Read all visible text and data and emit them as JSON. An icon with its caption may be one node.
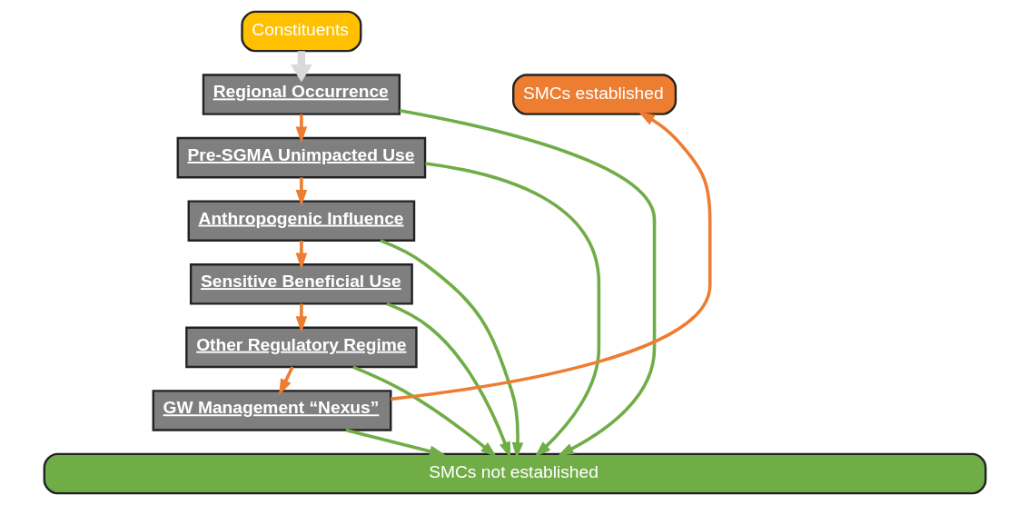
{
  "diagram": {
    "nodes": [
      {
        "text": [
          "Constituents"
        ]
      },
      {
        "text": [
          "Regional Occurrence"
        ]
      },
      {
        "text": [
          "Pre-SGMA Unimpacted Use"
        ]
      },
      {
        "text": [
          "Anthropogenic Influence"
        ]
      },
      {
        "text": [
          "Sensitive Beneficial Use"
        ]
      },
      {
        "text": [
          "Other Regulatory Regime"
        ]
      },
      {
        "text": [
          "GW Management “Nexus”"
        ]
      },
      {
        "text": [
          "SMCs established"
        ]
      },
      {
        "text": [
          "SMCs not established"
        ]
      }
    ],
    "edges": [
      {
        "from": 0,
        "to": 1,
        "arrow": "to",
        "style": "thick",
        "color": "#d9d9d9"
      },
      {
        "from": 1,
        "to": 2,
        "arrow": "to",
        "color": "#ed7d31"
      },
      {
        "from": 2,
        "to": 3,
        "arrow": "to",
        "color": "#ed7d31"
      },
      {
        "from": 3,
        "to": 4,
        "arrow": "to",
        "color": "#ed7d31"
      },
      {
        "from": 4,
        "to": 5,
        "arrow": "to",
        "color": "#ed7d31"
      },
      {
        "from": 5,
        "to": 6,
        "arrow": "to",
        "color": "#ed7d31"
      },
      {
        "from": 6,
        "to": 7,
        "arrow": "to",
        "color": "#ed7d31"
      },
      {
        "from": 1,
        "to": 8,
        "arrow": "to",
        "color": "#70ad47"
      },
      {
        "from": 2,
        "to": 8,
        "arrow": "to",
        "color": "#70ad47"
      },
      {
        "from": 3,
        "to": 8,
        "arrow": "to",
        "color": "#70ad47"
      },
      {
        "from": 4,
        "to": 8,
        "arrow": "to",
        "color": "#70ad47"
      },
      {
        "from": 5,
        "to": 8,
        "arrow": "to",
        "color": "#70ad47"
      },
      {
        "from": 6,
        "to": 8,
        "arrow": "to",
        "color": "#70ad47"
      }
    ]
  }
}
